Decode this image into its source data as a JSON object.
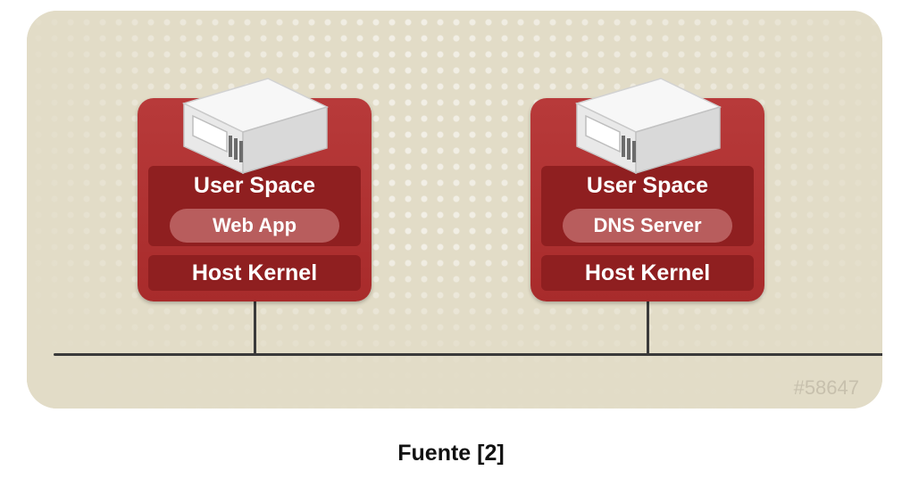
{
  "diagram": {
    "hosts": [
      {
        "user_space_label": "User Space",
        "app_label": "Web App",
        "kernel_label": "Host Kernel"
      },
      {
        "user_space_label": "User Space",
        "app_label": "DNS Server",
        "kernel_label": "Host Kernel"
      }
    ],
    "watermark": "#58647",
    "colors": {
      "host_red": "#a82b2b",
      "inner_dark_red": "#8f1f20",
      "background_beige": "#e2dcc7",
      "network_line": "#3a3a3a"
    },
    "icons": [
      "server-icon",
      "server-icon"
    ]
  },
  "caption": "Fuente [2]"
}
